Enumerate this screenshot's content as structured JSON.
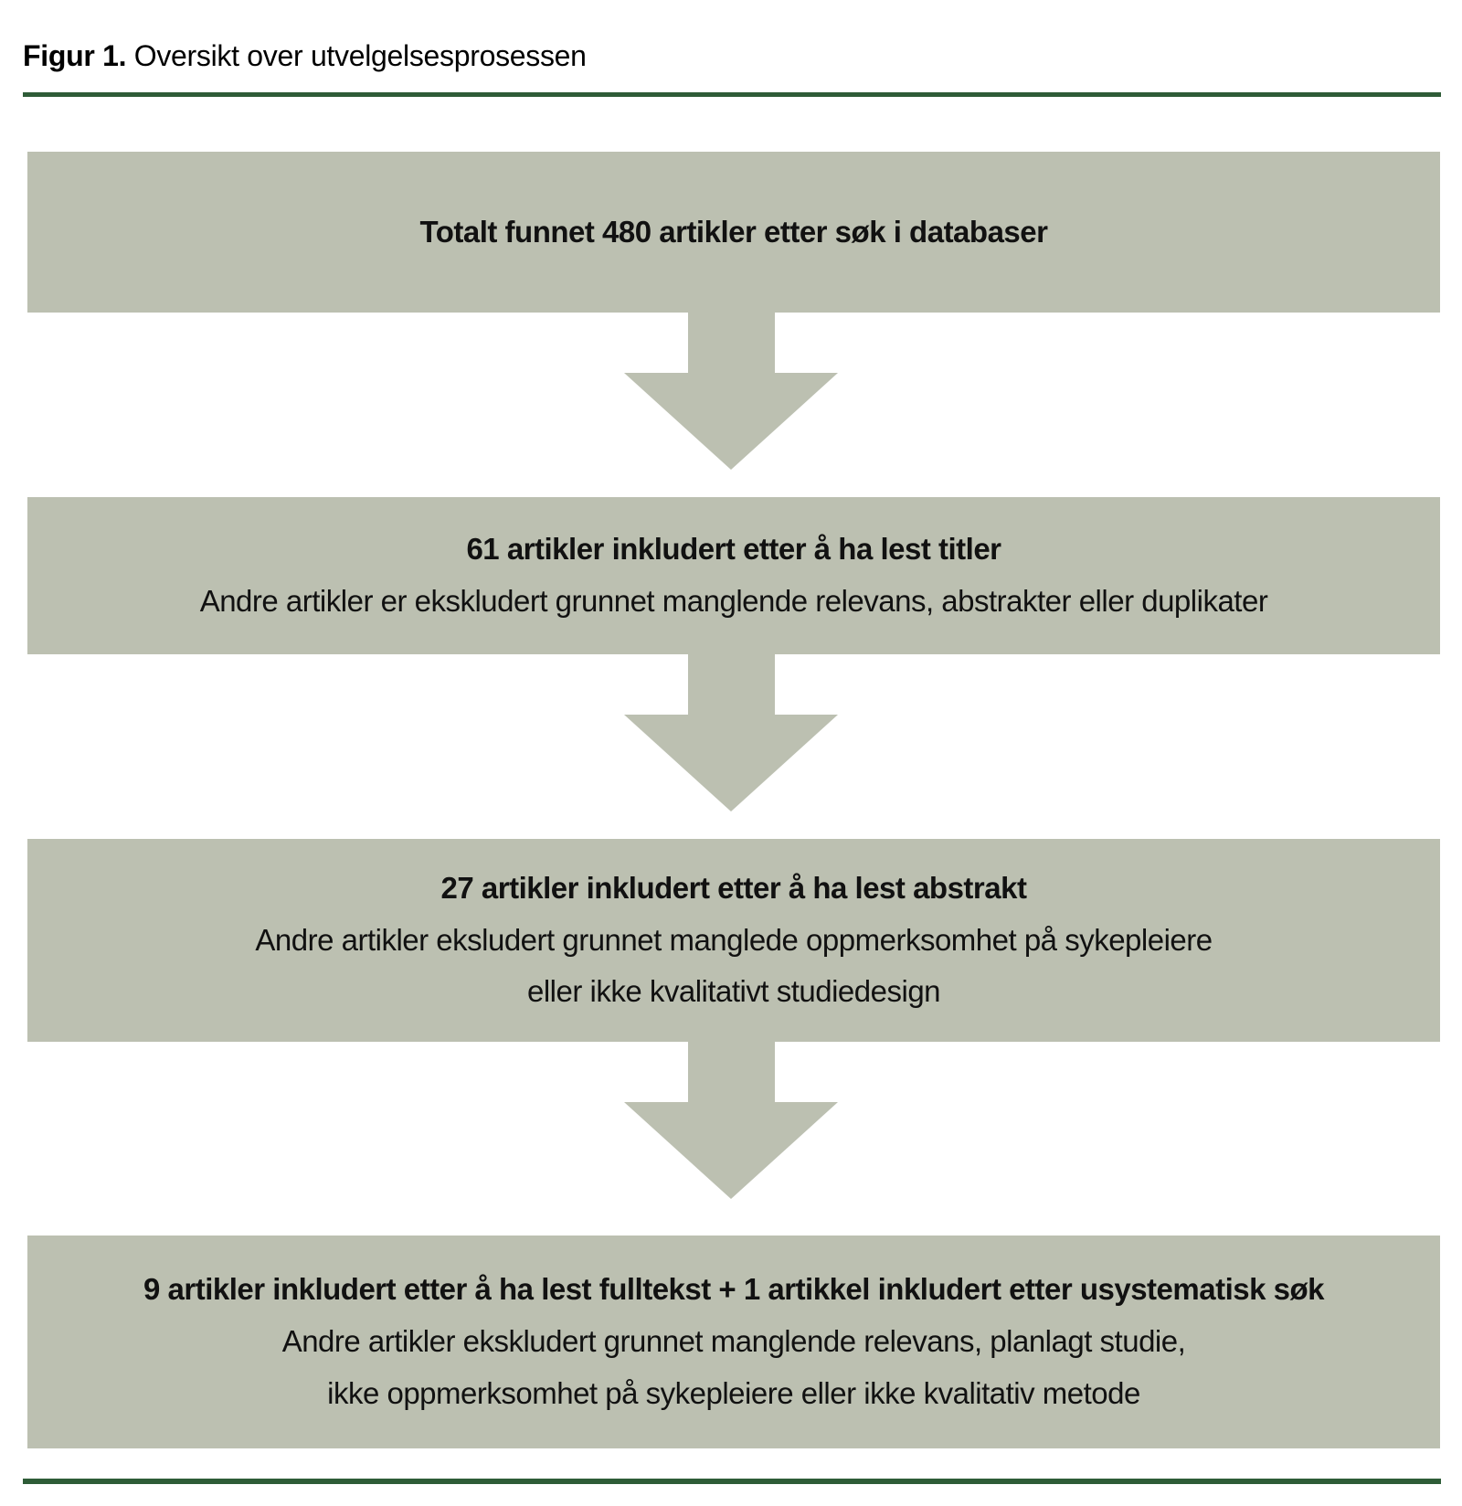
{
  "figure": {
    "caption_prefix": "Figur 1.",
    "caption_text": " Oversikt over utvelgelsesprosessen"
  },
  "colors": {
    "box_fill": "#bcc0b1",
    "rule_green": "#2e5c37",
    "text_dark": "#111111"
  },
  "flow": {
    "boxes": [
      {
        "bold": "Totalt funnet 480 artikler etter søk i databaser",
        "lines": []
      },
      {
        "bold": "61 artikler inkludert etter å ha lest titler",
        "lines": [
          "Andre artikler er ekskludert grunnet manglende relevans, abstrakter eller duplikater"
        ]
      },
      {
        "bold": "27 artikler inkludert etter å ha lest abstrakt",
        "lines": [
          "Andre artikler eksludert grunnet manglede oppmerksomhet på sykepleiere",
          "eller ikke kvalitativt studiedesign"
        ]
      },
      {
        "bold": "9 artikler inkludert etter å ha lest fulltekst + 1 artikkel inkludert etter usystematisk søk",
        "lines": [
          "Andre artikler ekskludert grunnet manglende relevans, planlagt studie,",
          "ikke oppmerksomhet på sykepleiere eller ikke kvalitativ metode"
        ]
      }
    ]
  }
}
